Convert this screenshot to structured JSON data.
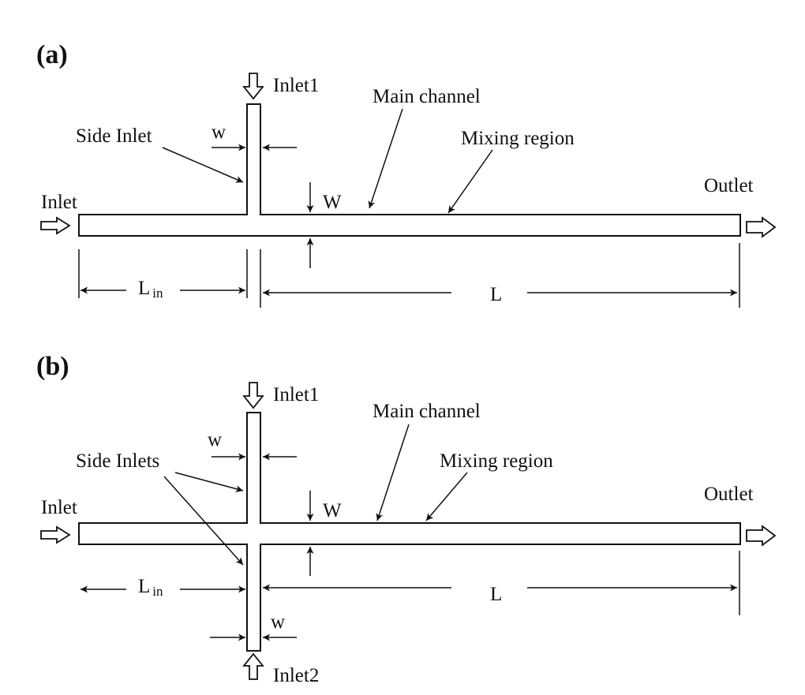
{
  "panel_a": {
    "tag": "(a)",
    "inlet1": "Inlet1",
    "main_channel": "Main channel",
    "side_inlet": "Side Inlet",
    "mixing_region": "Mixing region",
    "w": "w",
    "W": "W",
    "outlet": "Outlet",
    "inlet": "Inlet",
    "L_in_main": "L",
    "L_in_sub": "in",
    "L": "L"
  },
  "panel_b": {
    "tag": "(b)",
    "inlet1": "Inlet1",
    "main_channel": "Main channel",
    "side_inlets": "Side Inlets",
    "mixing_region": "Mixing region",
    "w_top": "w",
    "W": "W",
    "outlet": "Outlet",
    "inlet": "Inlet",
    "L_in_main": "L",
    "L_in_sub": "in",
    "L": "L",
    "w_bottom": "w",
    "inlet2": "Inlet2"
  }
}
